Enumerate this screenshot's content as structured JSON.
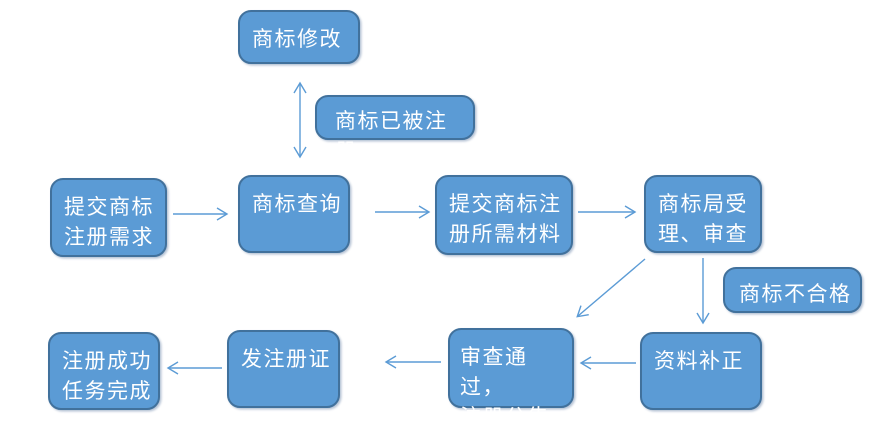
{
  "diagram": {
    "type": "flowchart",
    "nodes": {
      "modify": {
        "label": "商标修改"
      },
      "already_registered": {
        "label": "商标已被注册"
      },
      "submit_need": {
        "label": "提交商标\n注册需求"
      },
      "query": {
        "label": "商标查询"
      },
      "submit_materials": {
        "label": "提交商标注\n册所需材料"
      },
      "bureau_review": {
        "label": "商标局受\n理、审查"
      },
      "unqualified": {
        "label": "商标不合格"
      },
      "supplement": {
        "label": "资料补正"
      },
      "pass_announce": {
        "label": "审查通过，\n注册公告"
      },
      "issue_cert": {
        "label": "发注册证"
      },
      "success": {
        "label": "注册成功\n任务完成"
      }
    },
    "edges": [
      {
        "from": "submit_need",
        "to": "query",
        "style": "arrow"
      },
      {
        "from": "query",
        "to": "submit_materials",
        "style": "arrow"
      },
      {
        "from": "submit_materials",
        "to": "bureau_review",
        "style": "arrow"
      },
      {
        "from": "modify",
        "to": "query",
        "style": "double-arrow",
        "note": "商标已被注册"
      },
      {
        "from": "bureau_review",
        "to": "supplement",
        "style": "arrow",
        "note": "商标不合格"
      },
      {
        "from": "bureau_review",
        "to": "pass_announce",
        "style": "arrow"
      },
      {
        "from": "supplement",
        "to": "pass_announce",
        "style": "arrow"
      },
      {
        "from": "pass_announce",
        "to": "issue_cert",
        "style": "arrow"
      },
      {
        "from": "issue_cert",
        "to": "success",
        "style": "arrow"
      }
    ],
    "colors": {
      "node_fill": "#5b9bd5",
      "node_border": "#41719c",
      "arrow": "#5b9bd5",
      "text": "#ffffff",
      "background": "#ffffff"
    }
  }
}
